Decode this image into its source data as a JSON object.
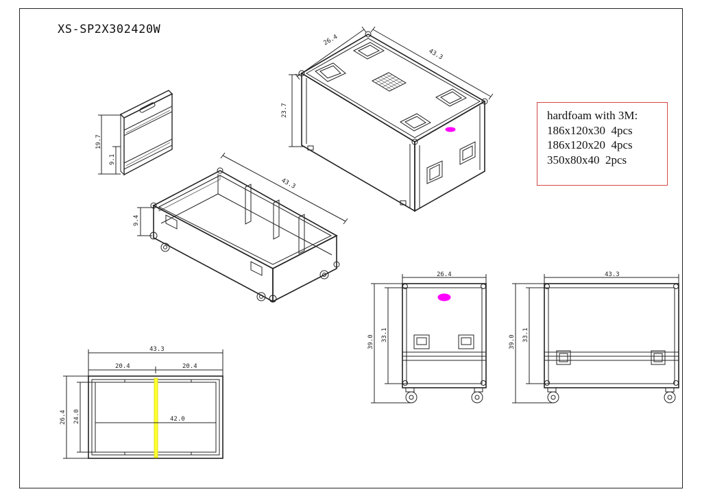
{
  "drawing": {
    "model_code": "XS-SP2X302420W"
  },
  "note": {
    "lines": [
      "hardfoam with 3M:",
      "186x120x30  4pcs",
      "186x120x20  4pcs",
      "350x80x40  2pcs"
    ]
  },
  "dims": {
    "lid_width": "26.4",
    "lid_length": "43.3",
    "lid_height": "23.7",
    "panel_height": "19.7",
    "panel_low": "9.1",
    "base_length": "43.3",
    "base_height": "9.4",
    "top_total": "43.3",
    "top_left": "20.4",
    "top_right": "20.4",
    "top_inner": "42.0",
    "top_width": "26.4",
    "top_inner_width": "24.0",
    "front_width": "26.4",
    "front_total_height": "39.0",
    "front_body_height": "33.1",
    "side_width": "43.3",
    "side_total_height": "39.0",
    "side_body_height": "33.1"
  },
  "colors": {
    "line": "#222222",
    "note_border": "#d64545",
    "highlight_magenta": "#ff00ff",
    "divider_yellow": "#ffff33"
  }
}
